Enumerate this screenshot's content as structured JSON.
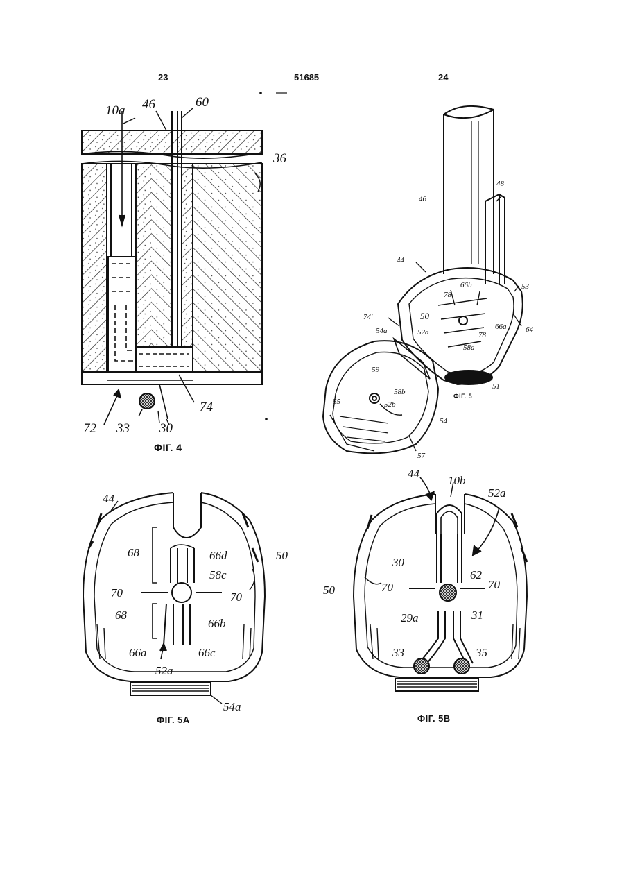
{
  "header": {
    "left_page": "23",
    "doc_number": "51685",
    "right_page": "24"
  },
  "captions": {
    "fig4": "ФІГ. 4",
    "fig5": "ФІГ. 5",
    "fig5a": "ФІГ. 5А",
    "fig5b": "ФІГ. 5В"
  },
  "labels": {
    "fig4": [
      "10a",
      "46",
      "60",
      "36",
      "74",
      "72",
      "33",
      "30"
    ],
    "fig5": [
      "48",
      "46",
      "44",
      "66b",
      "78",
      "53",
      "74'",
      "50",
      "52a",
      "66a",
      "78",
      "64",
      "54a",
      "58a",
      "51",
      "59",
      "58b",
      "52b",
      "55",
      "54",
      "57"
    ],
    "fig5a": [
      "44",
      "68",
      "66d",
      "50",
      "58c",
      "70",
      "70",
      "68",
      "66b",
      "66a",
      "66c",
      "52a",
      "54a"
    ],
    "fig5b": [
      "44",
      "10b",
      "52a",
      "30",
      "62",
      "50",
      "70",
      "70",
      "29a",
      "31",
      "33",
      "35"
    ]
  }
}
